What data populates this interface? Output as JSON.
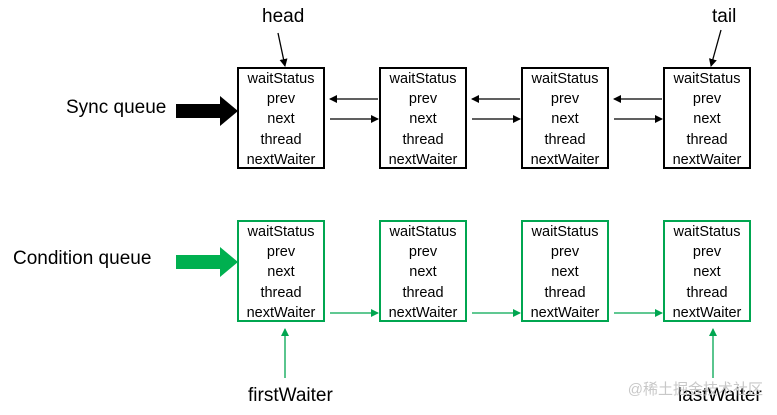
{
  "labels": {
    "head": "head",
    "tail": "tail",
    "sync_queue": "Sync queue",
    "condition_queue": "Condition queue",
    "first_waiter": "firstWaiter",
    "last_waiter": "lastWaiter",
    "watermark": "@稀土掘金技术社区"
  },
  "node_fields": [
    "waitStatus",
    "prev",
    "next",
    "thread",
    "nextWaiter"
  ],
  "sync_queue": {
    "nodes": [
      {
        "fields": [
          "waitStatus",
          "prev",
          "next",
          "thread",
          "nextWaiter"
        ]
      },
      {
        "fields": [
          "waitStatus",
          "prev",
          "next",
          "thread",
          "nextWaiter"
        ]
      },
      {
        "fields": [
          "waitStatus",
          "prev",
          "next",
          "thread",
          "nextWaiter"
        ]
      },
      {
        "fields": [
          "waitStatus",
          "prev",
          "next",
          "thread",
          "nextWaiter"
        ]
      }
    ]
  },
  "condition_queue": {
    "nodes": [
      {
        "fields": [
          "waitStatus",
          "prev",
          "next",
          "thread",
          "nextWaiter"
        ]
      },
      {
        "fields": [
          "waitStatus",
          "prev",
          "next",
          "thread",
          "nextWaiter"
        ]
      },
      {
        "fields": [
          "waitStatus",
          "prev",
          "next",
          "thread",
          "nextWaiter"
        ]
      },
      {
        "fields": [
          "waitStatus",
          "prev",
          "next",
          "thread",
          "nextWaiter"
        ]
      }
    ]
  },
  "colors": {
    "sync": "#000000",
    "condition": "#00a650",
    "watermark": "#c8c8c8"
  }
}
